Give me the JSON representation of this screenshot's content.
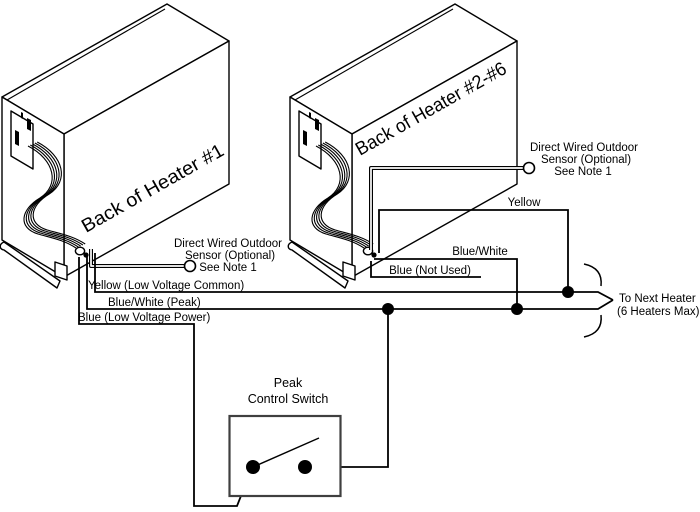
{
  "heaters": {
    "heater1_label": "Back of Heater #1",
    "heater2_label": "Back of Heater #2-#6"
  },
  "sensors": {
    "sensor1": {
      "line1": "Direct Wired Outdoor",
      "line2": "Sensor (Optional)",
      "line3": "See Note 1"
    },
    "sensor2": {
      "line1": "Direct Wired Outdoor",
      "line2": "Sensor (Optional)",
      "line3": "See Note 1"
    }
  },
  "wire_labels": {
    "yellow_common": "Yellow (Low Voltage Common)",
    "bluewhite_peak": "Blue/White (Peak)",
    "blue_power": "Blue (Low Voltage Power)",
    "yellow_short": "Yellow",
    "bluewhite_short": "Blue/White",
    "blue_not_used": "Blue (Not Used)"
  },
  "switch": {
    "label_line1": "Peak",
    "label_line2": "Control Switch"
  },
  "next_heater": {
    "line1": "To Next Heater",
    "line2": "(6 Heaters Max)"
  },
  "colors": {
    "line": "#000000",
    "background": "#ffffff",
    "switch_box": "#3f3f3f"
  }
}
